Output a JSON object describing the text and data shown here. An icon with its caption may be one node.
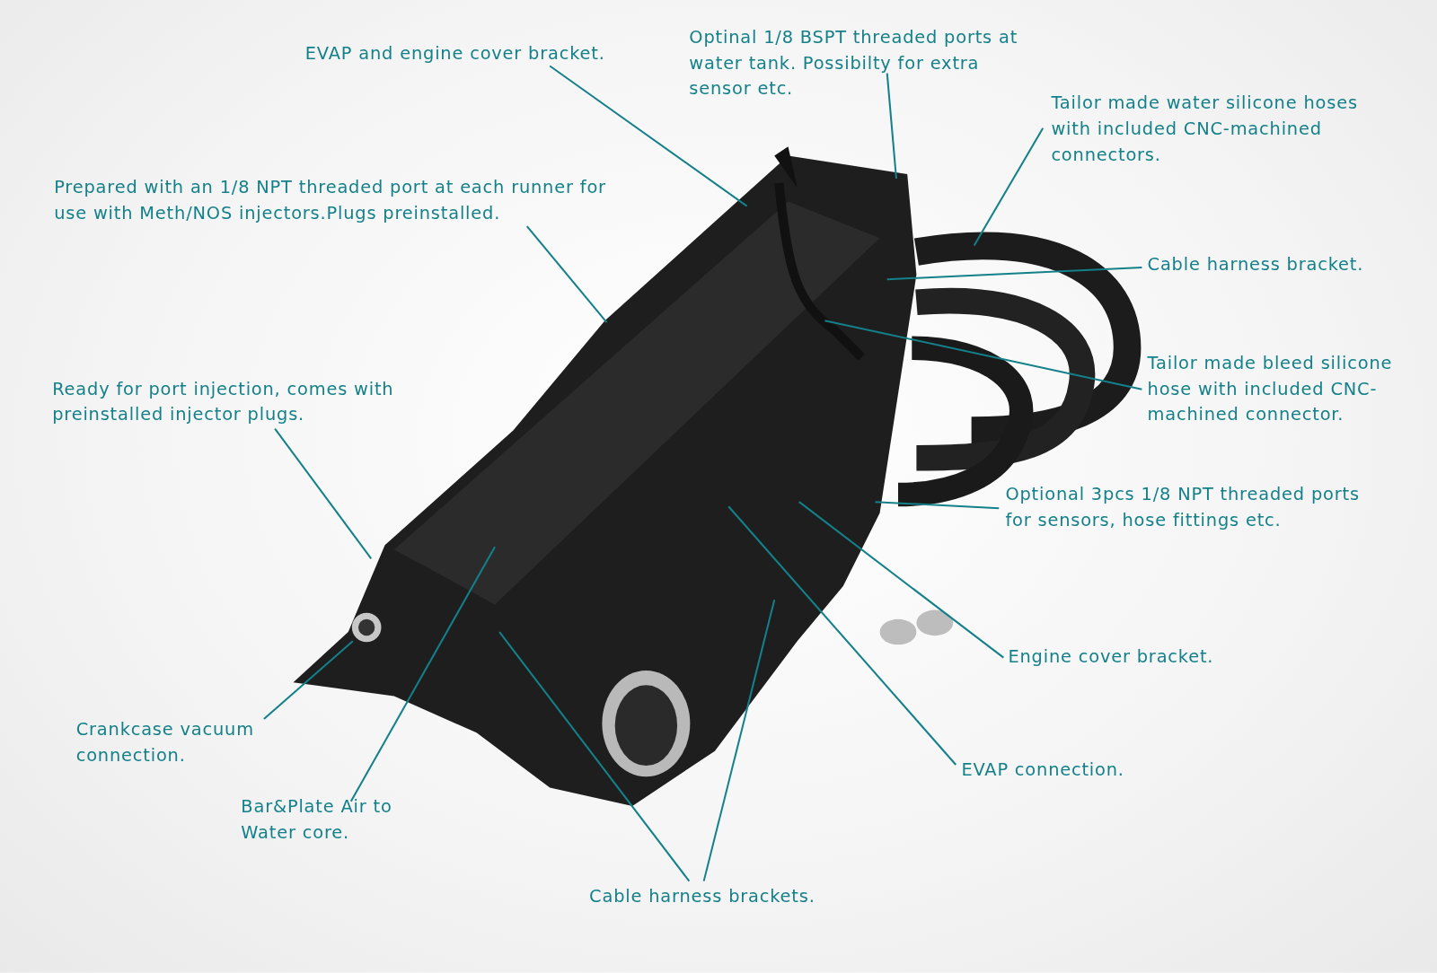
{
  "diagram": {
    "nodes": [
      {
        "text": [
          "EVAP and engine cover bracket."
        ]
      },
      {
        "text": [
          "Optinal 1/8 BSPT threaded ports at water tank. Possibilty for extra sensor etc."
        ]
      },
      {
        "text": [
          "Tailor made water silicone hoses with included CNC-machined connectors."
        ]
      },
      {
        "text": [
          "Prepared with an 1/8 NPT threaded port at each runner for use with Meth/NOS injectors.Plugs preinstalled."
        ]
      },
      {
        "text": [
          "Cable harness bracket."
        ]
      },
      {
        "text": [
          "Tailor made bleed silicone hose with included CNC-machined connector."
        ]
      },
      {
        "text": [
          "Ready for port injection, comes with preinstalled injector plugs."
        ]
      },
      {
        "text": [
          "Optional 3pcs 1/8 NPT threaded ports for sensors, hose fittings etc."
        ]
      },
      {
        "text": [
          "Engine cover bracket."
        ]
      },
      {
        "text": [
          "EVAP connection."
        ]
      },
      {
        "text": [
          "Crankcase vacuum connection."
        ]
      },
      {
        "text": [
          "Bar&Plate Air to Water core."
        ]
      },
      {
        "text": [
          "Cable harness brackets."
        ]
      }
    ],
    "edges": [
      {
        "from": 0,
        "to": null,
        "arrow": "none"
      },
      {
        "from": 1,
        "to": null,
        "arrow": "none"
      },
      {
        "from": 2,
        "to": null,
        "arrow": "none"
      },
      {
        "from": 3,
        "to": null,
        "arrow": "none"
      },
      {
        "from": 4,
        "to": null,
        "arrow": "none"
      },
      {
        "from": 5,
        "to": null,
        "arrow": "none"
      },
      {
        "from": 6,
        "to": null,
        "arrow": "none"
      },
      {
        "from": 7,
        "to": null,
        "arrow": "none"
      },
      {
        "from": 8,
        "to": null,
        "arrow": "none"
      },
      {
        "from": 9,
        "to": null,
        "arrow": "none"
      },
      {
        "from": 10,
        "to": null,
        "arrow": "none"
      },
      {
        "from": 11,
        "to": null,
        "arrow": "none"
      },
      {
        "from": 12,
        "to": null,
        "arrow": "none"
      },
      {
        "from": 12,
        "to": null,
        "arrow": "none"
      }
    ]
  }
}
